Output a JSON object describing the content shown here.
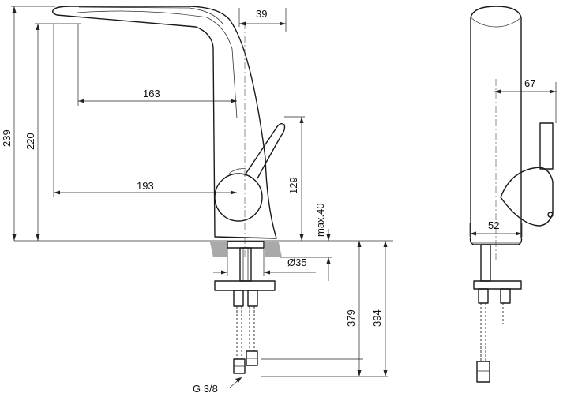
{
  "dimensions": {
    "top_projection": "39",
    "spout_reach_inner": "163",
    "spout_reach_outer": "193",
    "overall_height": "239",
    "spout_height": "220",
    "lever_height": "129",
    "max_deck_thickness": "max.40",
    "body_diameter": "Ø35",
    "hose_length_short": "379",
    "hose_length_long": "394",
    "connection_thread": "G 3/8",
    "side_depth": "67",
    "side_width": "52"
  },
  "colors": {
    "line": "#1a1a1a",
    "countertop": "#a9a9a9",
    "background": "#ffffff"
  }
}
